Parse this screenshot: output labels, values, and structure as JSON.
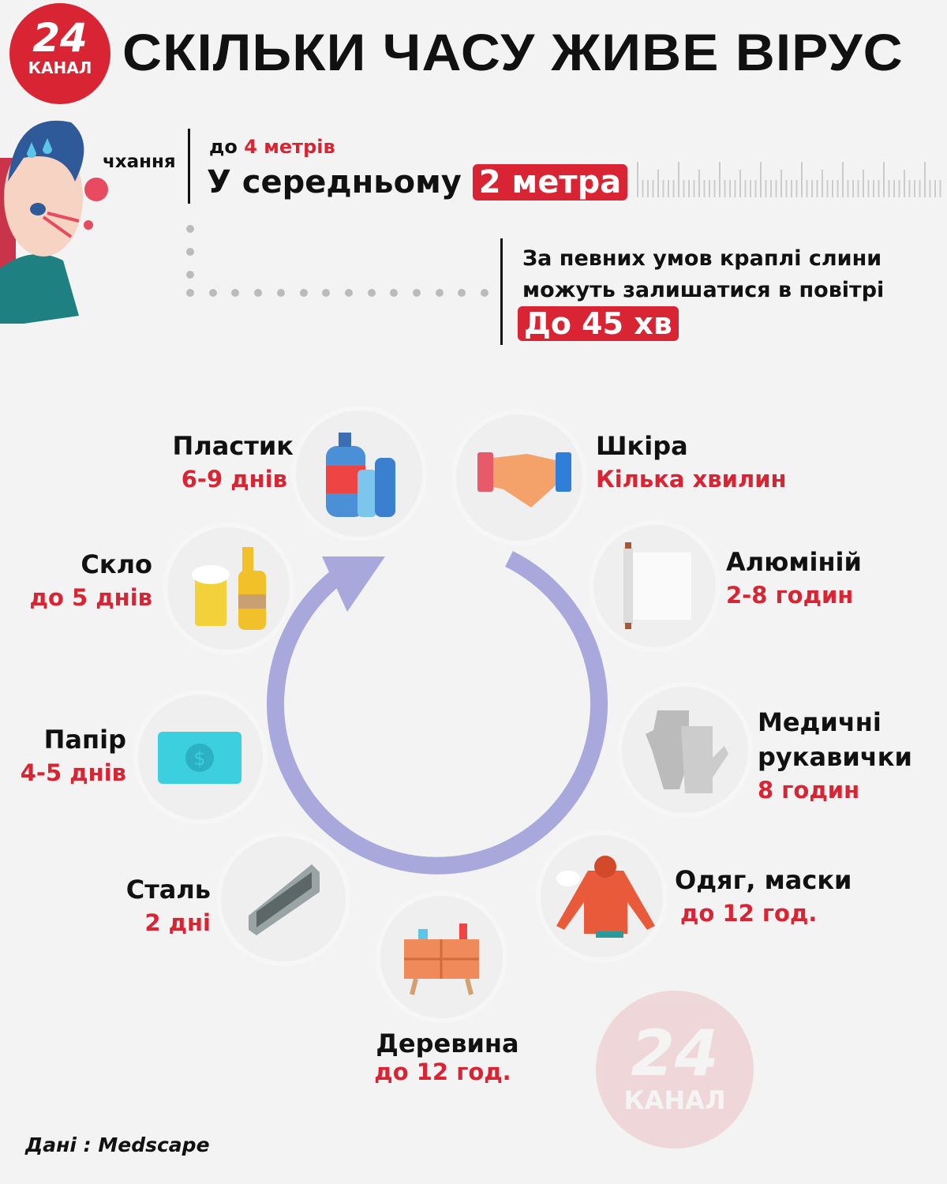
{
  "logo": {
    "number": "24",
    "word": "КАНАЛ"
  },
  "title": "СКІЛЬКИ ЧАСУ ЖИВЕ ВІРУС",
  "sneeze": {
    "label": "чхання",
    "range_prefix": "до",
    "range_value": "4 метрів",
    "avg_prefix": "У середньому",
    "avg_value": "2 метра"
  },
  "air": {
    "line1": "За певних умов краплі слини",
    "line2": "можуть залишатися в повітрі",
    "value": "До 45 хв"
  },
  "surfaces": [
    {
      "name": "Пластик",
      "time": "6-9 днів",
      "icon": "plastic-bottles-icon"
    },
    {
      "name": "Шкіра",
      "time": "Кілька хвилин",
      "icon": "handshake-icon"
    },
    {
      "name": "Скло",
      "time": "до 5 днів",
      "icon": "glass-bottles-icon"
    },
    {
      "name": "Алюміній",
      "time": "2-8 годин",
      "icon": "foil-roll-icon"
    },
    {
      "name": "Папір",
      "time": "4-5 днів",
      "icon": "banknote-icon"
    },
    {
      "name": "Медичні",
      "name2": "рукавички",
      "time": "8 годин",
      "icon": "gloves-icon"
    },
    {
      "name": "Сталь",
      "time": "2 дні",
      "icon": "steel-beam-icon"
    },
    {
      "name": "Одяг, маски",
      "time": "до 12 год.",
      "icon": "jacket-icon"
    },
    {
      "name": "Деревина",
      "time": "до 12 год.",
      "icon": "wooden-dresser-icon"
    }
  ],
  "colors": {
    "accent": "#d92433",
    "ring": "#a9a8dc"
  },
  "source": "Дані : Medscape"
}
